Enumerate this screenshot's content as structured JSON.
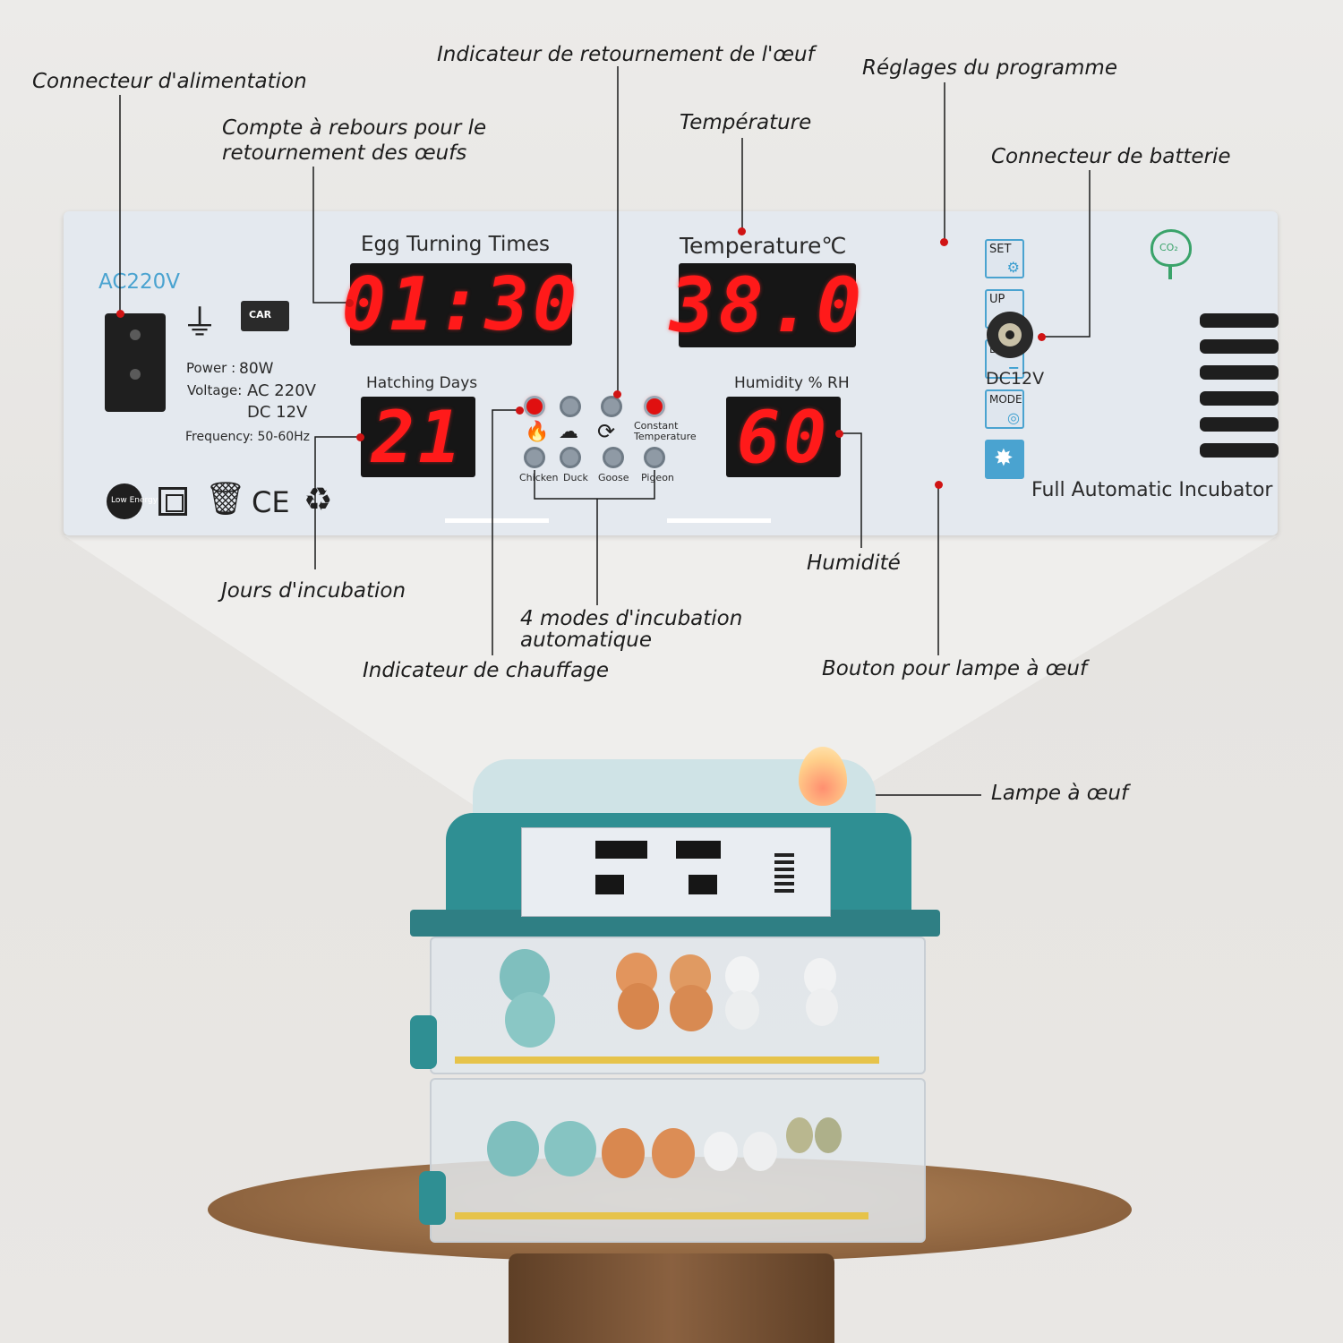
{
  "callouts": {
    "power_connector": "Connecteur d'alimentation",
    "turn_indicator": "Indicateur de retournement de l'œuf",
    "program_settings": "Réglages du programme",
    "countdown_line1": "Compte à rebours pour le",
    "countdown_line2": "retournement des œufs",
    "temperature": "Température",
    "battery_connector": "Connecteur de batterie",
    "incubation_days": "Jours d'incubation",
    "humidity": "Humidité",
    "modes_line1": "4 modes d'incubation",
    "modes_line2": "automatique",
    "heating_indicator": "Indicateur de chauffage",
    "candle_button": "Bouton pour lampe à œuf",
    "candle_lamp": "Lampe à œuf"
  },
  "panel": {
    "ac_label": "AC220V",
    "battery_icon_text": "CAR",
    "power_label": "Power :",
    "power_value": "80W",
    "voltage_label": "Voltage:",
    "voltage_ac": "AC  220V",
    "voltage_dc": "DC  12V",
    "frequency": "Frequency: 50-60Hz",
    "egg_turning_title": "Egg Turning Times",
    "egg_turning_value": "01:30",
    "temperature_title": "Temperature℃",
    "temperature_value": "38.0",
    "hatching_title": "Hatching Days",
    "hatching_value": "21",
    "humidity_title": "Humidity % RH",
    "humidity_value": "60",
    "constant_temp": "Constant Temperature",
    "modes": [
      "Chicken",
      "Duck",
      "Goose",
      "Pigeon"
    ],
    "buttons": {
      "set": "SET",
      "up": "UP",
      "down": "DOWN",
      "mode": "MODE"
    },
    "dc_label": "DC12V",
    "co2": "CO₂",
    "product_name": "Full Automatic Incubator",
    "cert_low_energy": "Low Energy",
    "cert_ce": "CE"
  },
  "colors": {
    "accent_blue": "#4aa3d0",
    "led_red": "#e01010",
    "body_teal": "#2f8f93"
  },
  "icons": [
    "plug-icon",
    "car-battery-icon",
    "power-socket-icon",
    "flame-icon",
    "rain-icon",
    "rotate-icon",
    "sun-lamp-icon",
    "co2-tree-icon",
    "recycle-icon",
    "weee-bin-icon",
    "double-insulation-icon",
    "dc-jack-icon",
    "candle-egg-icon"
  ]
}
